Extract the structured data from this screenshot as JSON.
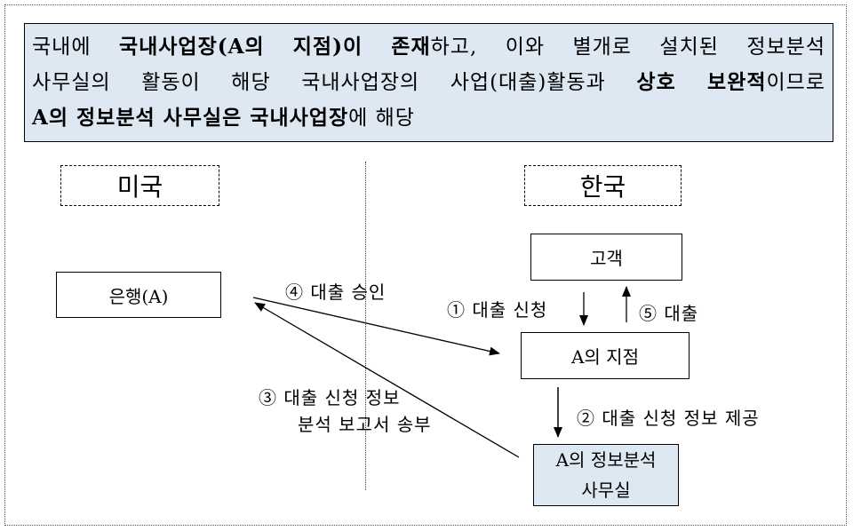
{
  "banner": {
    "line1": [
      {
        "t": "국내에 ",
        "b": false
      },
      {
        "t": "국내사업장(A의 지점)이 존재",
        "b": true
      },
      {
        "t": "하고, 이와 별개로 설치된 정보분석",
        "b": false
      }
    ],
    "line2": [
      {
        "t": "사무실의 활동이 해당 국내사업장의 사업(대출)활동과 ",
        "b": false
      },
      {
        "t": "상호 보완적",
        "b": true
      },
      {
        "t": "이므로",
        "b": false
      }
    ],
    "line3": [
      {
        "t": "A의 정보분석 사무실은 국내사업장",
        "b": true
      },
      {
        "t": "에 해당",
        "b": false
      }
    ]
  },
  "countries": {
    "usa": "미국",
    "korea": "한국"
  },
  "nodes": {
    "bank": "은행(A)",
    "customer": "고객",
    "branch": "A의 지점",
    "office_line1": "A의 정보분석",
    "office_line2": "사무실"
  },
  "steps": {
    "s1": "① 대출 신청",
    "s2": "② 대출 신청 정보 제공",
    "s3_line1": "③ 대출 신청 정보",
    "s3_line2": "분석 보고서 송부",
    "s4": "④ 대출 승인",
    "s5": "⑤ 대출"
  }
}
